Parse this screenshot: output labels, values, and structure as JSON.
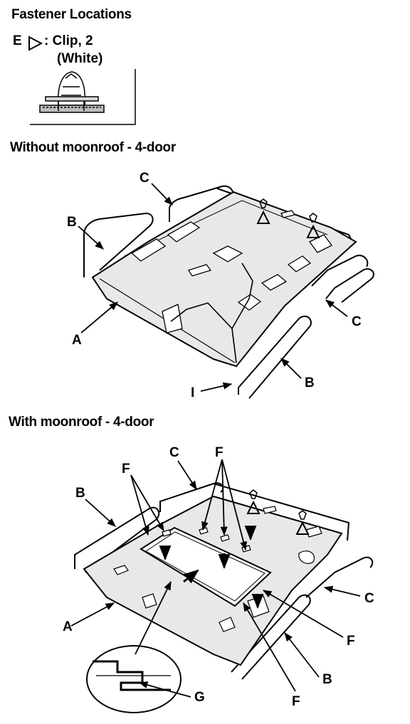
{
  "fastener_section": {
    "title": "Fastener Locations",
    "code": "E",
    "description": ": Clip, 2",
    "color": "(White)"
  },
  "diagram_without": {
    "title": "Without moonroof - 4-door",
    "labels": {
      "c_top": "C",
      "b_left": "B",
      "e_upper": "E",
      "e_lower": "E",
      "a": "A",
      "c_right": "C",
      "b_bottom": "B",
      "i": "I"
    }
  },
  "diagram_with": {
    "title": "With moonroof - 4-door",
    "labels": {
      "f_top_left": "F",
      "c_top": "C",
      "f_top_center": "F",
      "b_left": "B",
      "e_upper": "E",
      "e_lower": "E",
      "a": "A",
      "c_right": "C",
      "f_right": "F",
      "b_bottom": "B",
      "g": "G",
      "f_bottom": "F"
    }
  }
}
